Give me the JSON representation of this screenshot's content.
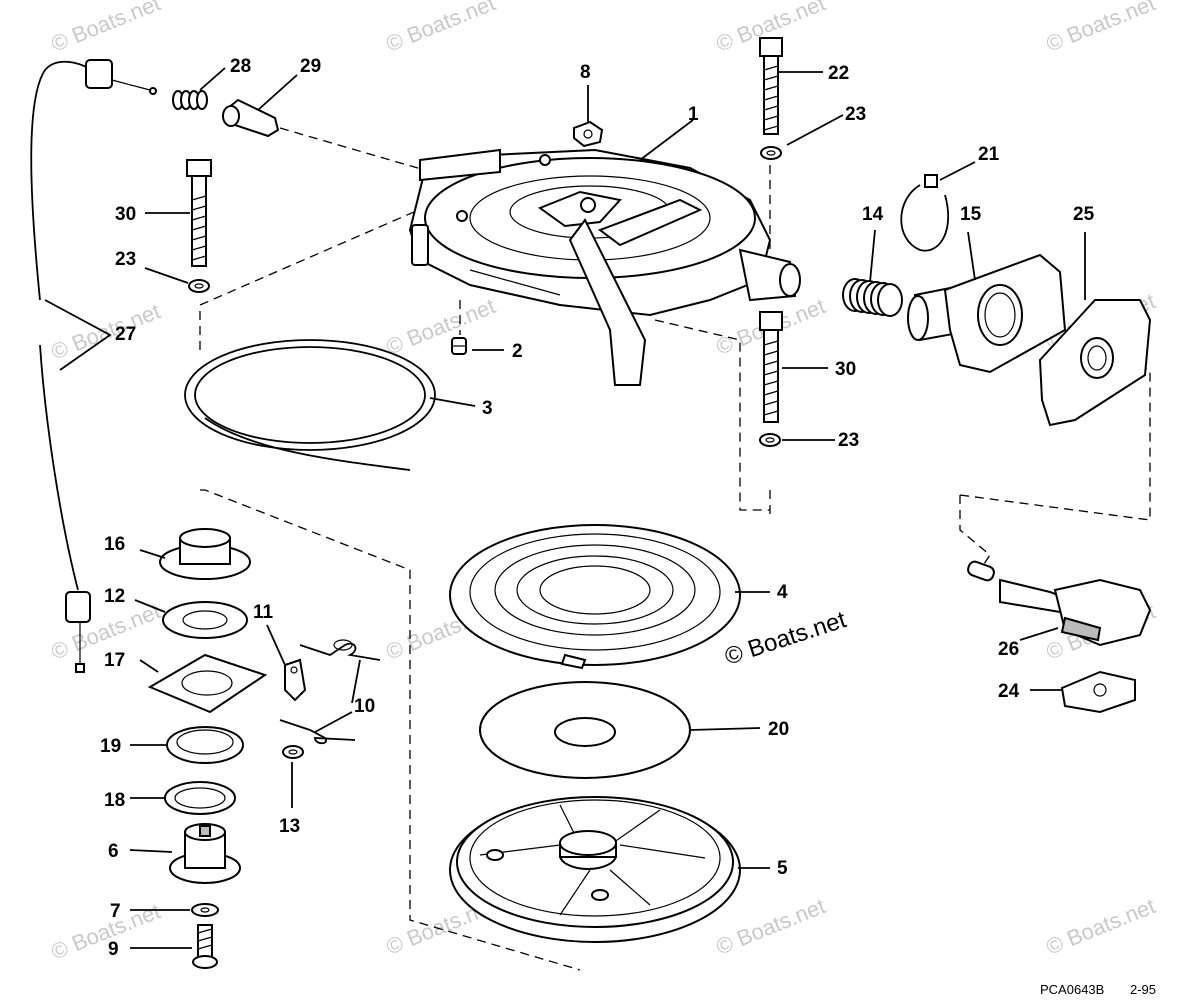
{
  "diagram": {
    "callouts": [
      "1",
      "2",
      "3",
      "4",
      "5",
      "6",
      "7",
      "8",
      "9",
      "10",
      "11",
      "12",
      "13",
      "14",
      "15",
      "16",
      "17",
      "18",
      "19",
      "20",
      "21",
      "22",
      "23",
      "23",
      "23",
      "24",
      "25",
      "26",
      "27",
      "28",
      "29",
      "30",
      "30"
    ],
    "watermark": "© Boats.net",
    "drawing_code": "PCA0643B",
    "revision": "2-95"
  }
}
